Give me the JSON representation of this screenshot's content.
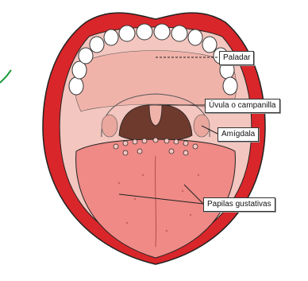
{
  "labels": {
    "paladar": "Paladar",
    "uvula": "Úvula o campanilla",
    "amigdala": "Amígdala",
    "papilas": "Papilas gustativas"
  },
  "colors": {
    "lips": "#d9262a",
    "palate": "#f0b3aa",
    "throat": "#6e3a2e",
    "tongue": "#ef8a86",
    "teeth": "#ffffff",
    "outline": "#222222",
    "accent_green": "#1a9a3a"
  }
}
